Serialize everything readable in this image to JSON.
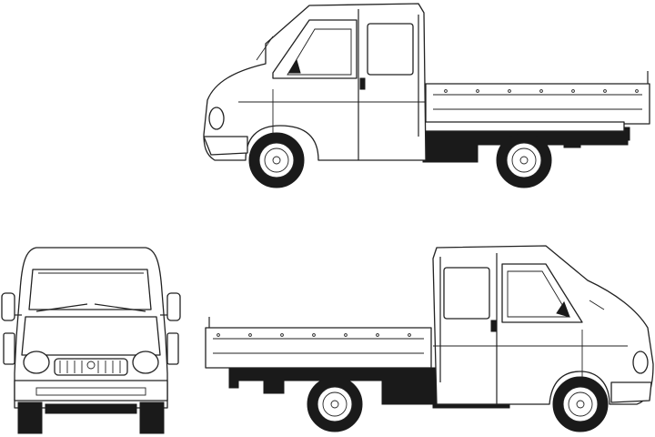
{
  "drawing": {
    "views": [
      {
        "id": "side-left",
        "name": "left-side-view"
      },
      {
        "id": "front",
        "name": "front-view"
      },
      {
        "id": "side-right",
        "name": "right-side-view"
      }
    ],
    "colors": {
      "line": "#222222",
      "fill": "#ffffff",
      "dark": "#1a1a1a"
    }
  }
}
